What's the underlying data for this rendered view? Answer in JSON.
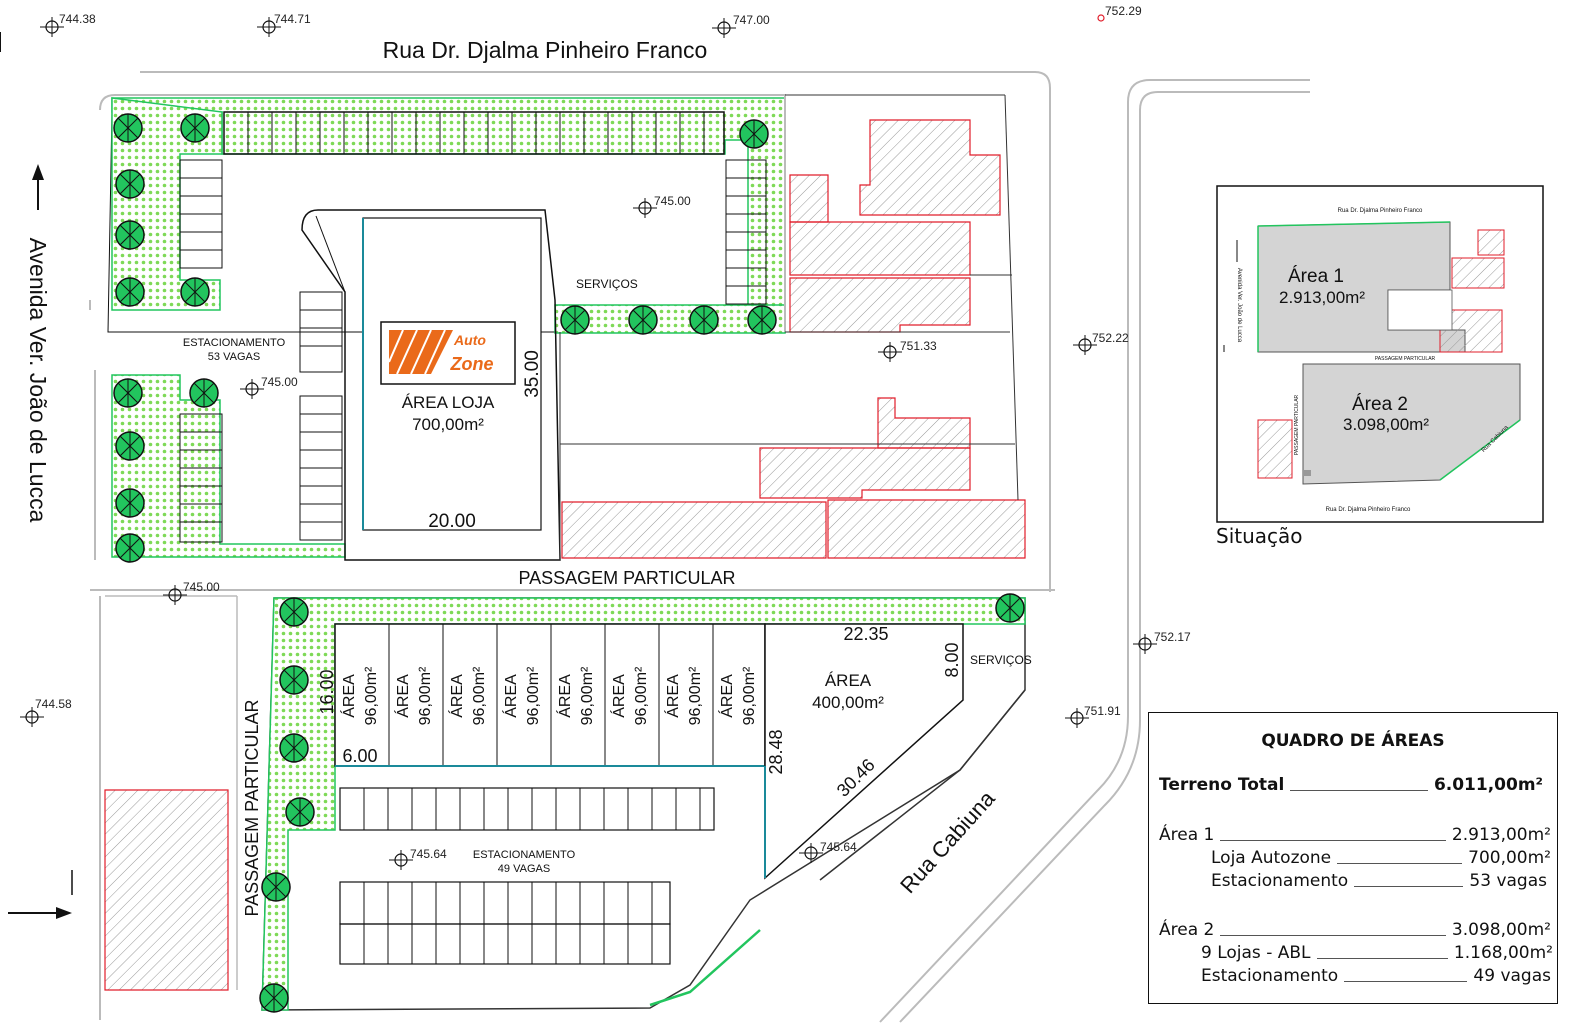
{
  "streets": {
    "north": "Rua Dr. Djalma Pinheiro Franco",
    "west": "Avenida Ver. João de Lucca",
    "cabiuna": "Rua Cabiuna",
    "passagem_h": "PASSAGEM PARTICULAR",
    "passagem_v": "PASSAGEM PARTICULAR"
  },
  "elevations": {
    "e1": "744.38",
    "e2": "744.71",
    "e3": "747.00",
    "e4": "752.29",
    "e5": "745.00",
    "e6": "751.33",
    "e7": "752.22",
    "e8": "745.00",
    "e9": "745.00",
    "e10": "752.17",
    "e11": "744.58",
    "e12": "751.91",
    "e13": "745.64",
    "e14": "745.64"
  },
  "store": {
    "area_label": "ÁREA LOJA",
    "area_value": "700,00m²",
    "dim_width": "20.00",
    "dim_depth": "35.00",
    "logo_line1": "Auto",
    "logo_line2": "Zone",
    "services": "SERVIÇOS"
  },
  "parking_north": {
    "label": "ESTACIONAMENTO",
    "count": "53 VAGAS"
  },
  "parking_south": {
    "label": "ESTACIONAMENTO",
    "count": "49 VAGAS"
  },
  "units": {
    "label": "ÁREA",
    "value": "96,00m²",
    "count": 8,
    "dim_depth": "16.00",
    "dim_width": "6.00"
  },
  "area400": {
    "label": "ÁREA",
    "value": "400,00m²",
    "dim_top": "22.35",
    "dim_right": "8.00",
    "dim_left": "28.48",
    "dim_diag": "30.46",
    "services": "SERVIÇOS"
  },
  "situacao": {
    "title": "Situação",
    "area1_label": "Área 1",
    "area1_value": "2.913,00m²",
    "area2_label": "Área 2",
    "area2_value": "3.098,00m²",
    "street_top": "Rua Dr. Djalma Pinheiro Franco",
    "street_bottom": "Rua Dr. Djalma Pinheiro Franco",
    "street_left": "Avenida Ver. João de Lucca",
    "street_cabiuna": "Rua Cabiuna",
    "passagem_h": "PASSAGEM PARTICULAR",
    "passagem_v": "PASSAGEM PARTICULAR"
  },
  "quadro": {
    "title": "QUADRO DE ÁREAS",
    "rows": [
      {
        "label": "Terreno Total",
        "value": "6.011,00m²"
      },
      {
        "label": "Área 1",
        "value": "2.913,00m²"
      },
      {
        "label": "Loja Autozone",
        "value": "700,00m²"
      },
      {
        "label": "Estacionamento",
        "value": "53 vagas"
      },
      {
        "label": "Área 2",
        "value": "3.098,00m²"
      },
      {
        "label": "9 Lojas - ABL",
        "value": "1.168,00m²"
      },
      {
        "label": "Estacionamento",
        "value": "49 vagas"
      }
    ]
  },
  "colors": {
    "green": "#7ed957",
    "tree": "#22c55e",
    "red": "#e11d2a",
    "orange": "#ea6a1a"
  }
}
